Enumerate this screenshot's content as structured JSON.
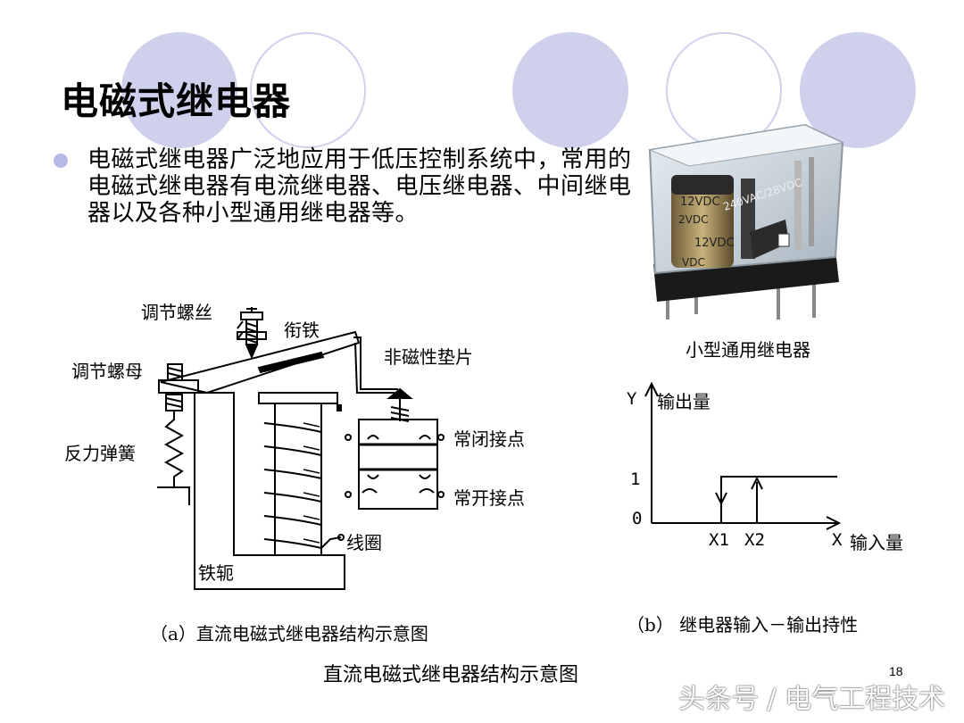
{
  "slide": {
    "title": "电磁式继电器",
    "bullet": "电磁式继电器广泛地应用于低压控制系统中，常用的电磁式继电器有电流继电器、电压继电器、中间继电器以及各种小型通用继电器等。",
    "page_number": "18",
    "footer_caption": "直流电磁式继电器结构示意图",
    "watermark": "头条号 / 电气工程技术"
  },
  "photo": {
    "caption": "小型通用继电器",
    "label_1": "12VDC",
    "label_2": "240VAC/28VDC",
    "label_3": "12VDC",
    "label_4": "2VDC",
    "label_5": "VDC"
  },
  "schematic": {
    "caption": "（a）直流电磁式继电器结构示意图",
    "labels": {
      "adjust_screw": "调节螺丝",
      "armature": "衔铁",
      "nonmagnetic_shim": "非磁性垫片",
      "adjust_nut": "调节螺母",
      "nc_contact": "常闭接点",
      "spring": "反力弹簧",
      "no_contact": "常开接点",
      "coil": "线圈",
      "yoke": "铁轭"
    }
  },
  "graph": {
    "caption": "（b） 继电器输入－输出持性",
    "y_axis": "Y",
    "y_label": "输出量",
    "x_axis": "X",
    "x_label": "输入量",
    "tick_x1": "X1",
    "tick_x2": "X2",
    "tick_y1": "1",
    "tick_y0": "0"
  },
  "colors": {
    "decor": "#cfd0ec",
    "bullet": "#b8b9e4"
  }
}
